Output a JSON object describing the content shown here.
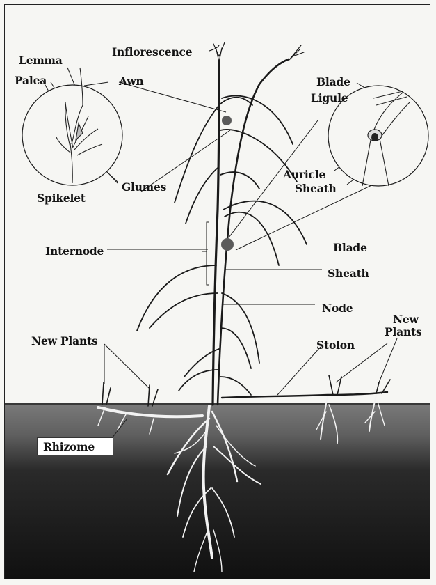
{
  "labels": {
    "lemma": "Lemma",
    "palea": "Palea",
    "awn": "Awn",
    "inflorescence": "Inflorescence",
    "blade_top": "Blade",
    "ligule": "Ligule",
    "auricle": "Auricle",
    "sheath_top": "Sheath",
    "spikelet": "Spikelet",
    "glumes": "Glumes",
    "internode": "Internode",
    "blade": "Blade",
    "sheath": "Sheath",
    "node": "Node",
    "new_plants_left": "New Plants",
    "stolon": "Stolon",
    "new_plants_right_1": "New",
    "new_plants_right_2": "Plants",
    "rhizome": "Rhizome"
  },
  "colors": {
    "soil_top": "#6e6e6e",
    "soil_bottom": "#141414",
    "root": "#f2f2f2",
    "ink": "#141414",
    "node_dot": "#5a5a5a"
  }
}
